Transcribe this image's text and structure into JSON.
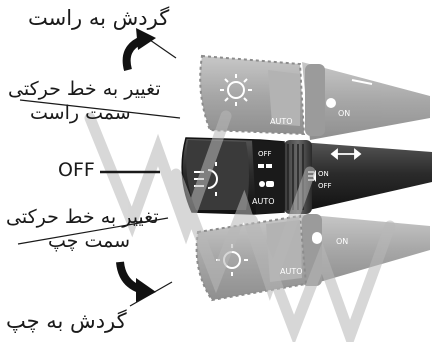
{
  "labels": {
    "turn_right": "گردش به راست",
    "lane_change_right_line1": "تغییر به خط حرکتی",
    "lane_change_right_line2": "سمت راست",
    "off": "OFF",
    "lane_change_left_line1": "تغییر به خط حرکتی",
    "lane_change_left_line2": "سمت چپ",
    "turn_left": "گردش به چپ"
  },
  "stalk_markings": {
    "off": "OFF",
    "auto": "AUTO",
    "on": "ON"
  },
  "colors": {
    "background": "#ffffff",
    "stalk_dark": "#2b2b2b",
    "stalk_ghost": "#8a8a8a",
    "watermark": "#b8b8b8",
    "text": "#1a1a1a"
  },
  "watermark": "WWW"
}
